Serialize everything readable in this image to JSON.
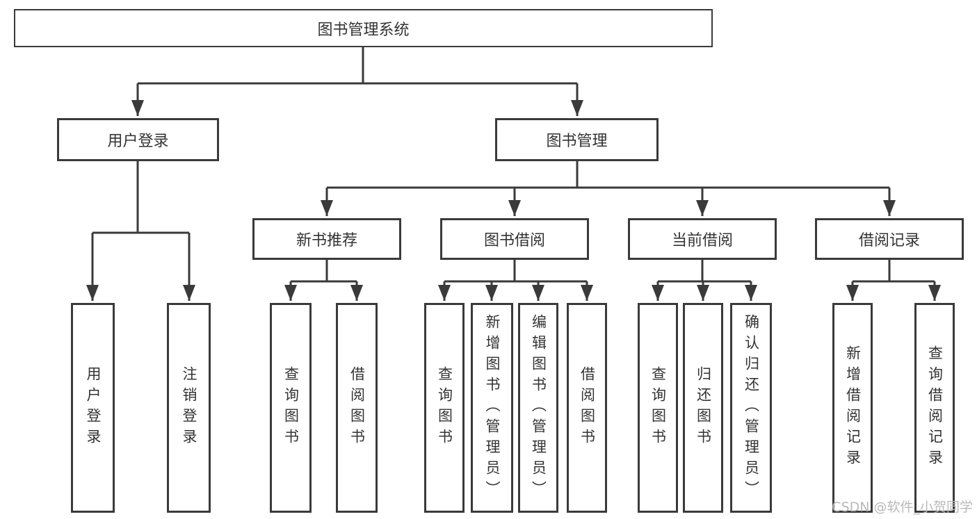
{
  "diagram": {
    "root_label": "图书管理系统",
    "branches": {
      "user_login": "用户登录",
      "book_management": "图书管理"
    },
    "modules": {
      "new_book_recommend": "新书推荐",
      "book_borrow": "图书借阅",
      "current_borrow": "当前借阅",
      "borrow_records": "借阅记录"
    },
    "leaves": {
      "user_login": [
        "用户登录",
        "注销登录"
      ],
      "new_book_recommend": [
        "查询图书",
        "借阅图书"
      ],
      "book_borrow": [
        "查询图书",
        "新增图书（管理员）",
        "编辑图书（管理员）",
        "借阅图书"
      ],
      "current_borrow": [
        "查询图书",
        "归还图书",
        "确认归还（管理员）"
      ],
      "borrow_records": [
        "新增借阅记录",
        "查询借阅记录"
      ]
    }
  },
  "watermark": "CSDN @软件_小贺同学",
  "colors": {
    "line": "#3a3a3a",
    "text": "#333333",
    "watermark": "#b9b9b9",
    "background": "#ffffff"
  }
}
